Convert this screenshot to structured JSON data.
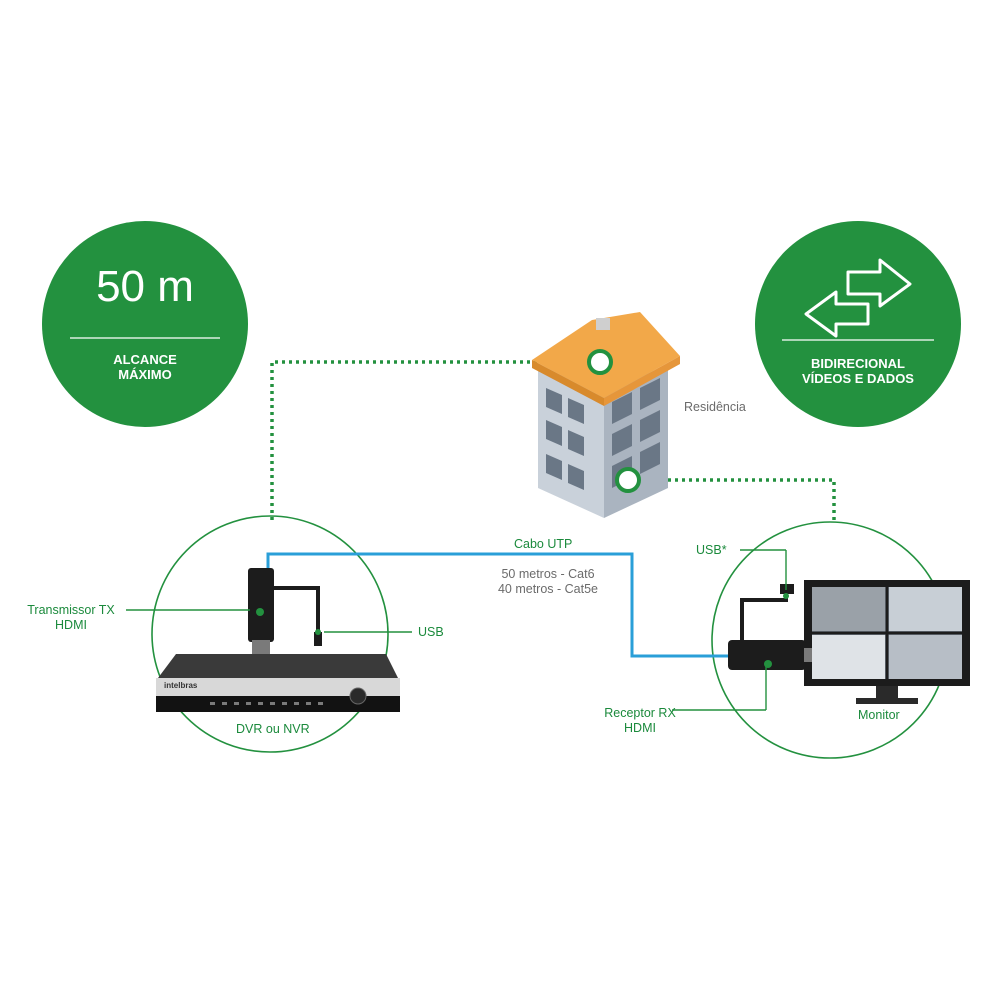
{
  "badges": {
    "range": {
      "value": "50 m",
      "label_line1": "ALCANCE",
      "label_line2": "MÁXIMO"
    },
    "bidirectional": {
      "label_line1": "BIDIRECIONAL",
      "label_line2": "VÍDEOS E DADOS",
      "icon": "two-way-arrows-icon"
    }
  },
  "building": {
    "label": "Residência"
  },
  "cable": {
    "title": "Cabo UTP",
    "spec_line1": "50 metros - Cat6",
    "spec_line2": "40 metros - Cat5e"
  },
  "left_device": {
    "tx_line1": "Transmissor TX",
    "tx_line2": "HDMI",
    "usb_label": "USB",
    "dvr_label": "DVR ou NVR",
    "dvr_brand": "intelbras"
  },
  "right_device": {
    "usb_label": "USB*",
    "rx_line1": "Receptor RX",
    "rx_line2": "HDMI",
    "monitor_label": "Monitor"
  },
  "colors": {
    "green": "#23913f",
    "cable_blue": "#2a9fd8",
    "roof": "#f2a849",
    "wall": "#aab4c0"
  }
}
